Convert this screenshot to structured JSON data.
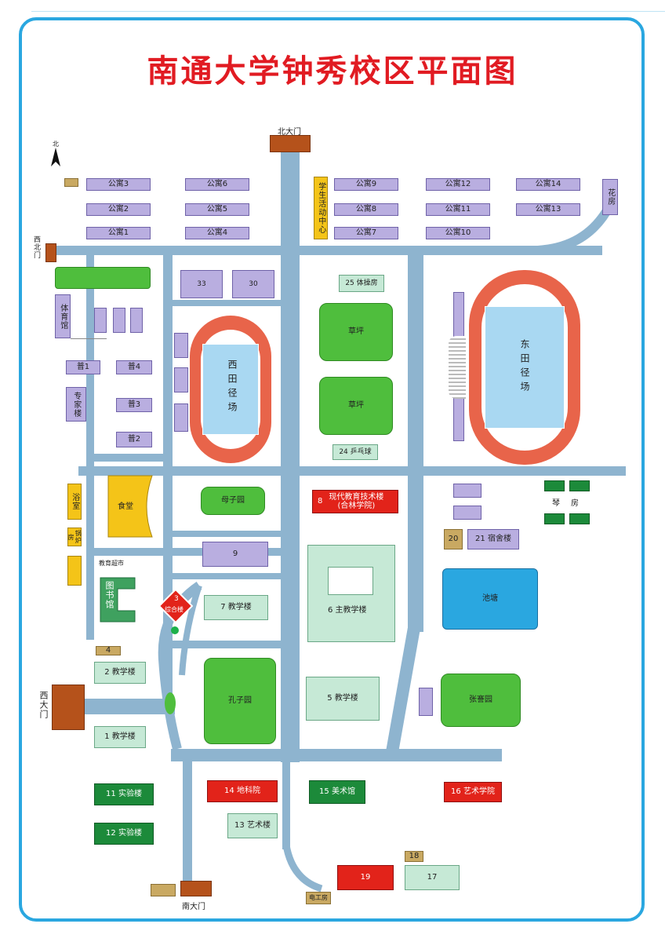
{
  "title": "南通大学钟秀校区平面图",
  "compass": "北",
  "gates": {
    "north": "北大门",
    "northwest": "西北门",
    "west": "西大门",
    "south": "南大门"
  },
  "dorms": {
    "d1": "公寓1",
    "d2": "公寓2",
    "d3": "公寓3",
    "d4": "公寓4",
    "d5": "公寓5",
    "d6": "公寓6",
    "d7": "公寓7",
    "d8": "公寓8",
    "d9": "公寓9",
    "d10": "公寓10",
    "d11": "公寓11",
    "d12": "公寓12",
    "d13": "公寓13",
    "d14": "公寓14",
    "dorm21": "21 宿舍楼"
  },
  "buildings": {
    "student_center": "学生活动中心",
    "flower_house": "花房",
    "gym": "体育馆",
    "experts": "专家楼",
    "pu1": "普1",
    "pu2": "普2",
    "pu3": "普3",
    "pu4": "普4",
    "bath": "浴室",
    "boiler": "锅炉房",
    "canteen": "食堂",
    "supermarket": "教育超市",
    "library": "图书馆",
    "b33": "33",
    "b30": "30",
    "b25": "25 体操房",
    "b24": "24 乒乓球",
    "b9": "9",
    "b8_num": "8",
    "b8_line1": "现代教育技术楼",
    "b8_line2": "(合林学院)",
    "b7": "7 教学楼",
    "b6": "6 主教学楼",
    "b5": "5 教学楼",
    "b3_num": "3",
    "b3_name": "综合楼",
    "b4": "4",
    "b2": "2 教学楼",
    "b1": "1 教学楼",
    "b11": "11 实验楼",
    "b12": "12 实验楼",
    "b13": "13 艺术楼",
    "b14": "14 地科院",
    "b15": "15 美术馆",
    "b16": "16 艺术学院",
    "b17": "17",
    "b18": "18",
    "b19": "19",
    "b20": "20",
    "electric": "电工房",
    "piano": "琴房"
  },
  "green": {
    "lawn1": "草坪",
    "lawn2": "草坪",
    "muzi": "母子园",
    "kongzi": "孔子园",
    "zhang": "张謇园"
  },
  "water": {
    "pond": "池塘"
  },
  "tracks": {
    "west": "西田径场",
    "east": "东田径场"
  },
  "colors": {
    "title": "#e11b22",
    "road": "#8eb4cf",
    "frame": "#2aa7e0",
    "track": "#e8644a",
    "field": "#a9d8f2",
    "lawn": "#4fbe3d",
    "building": "#b9aee0",
    "teaching": "#c6e9d6",
    "red_building": "#e2231a",
    "gate": "#b5521b",
    "pond": "#2aa7e0"
  }
}
